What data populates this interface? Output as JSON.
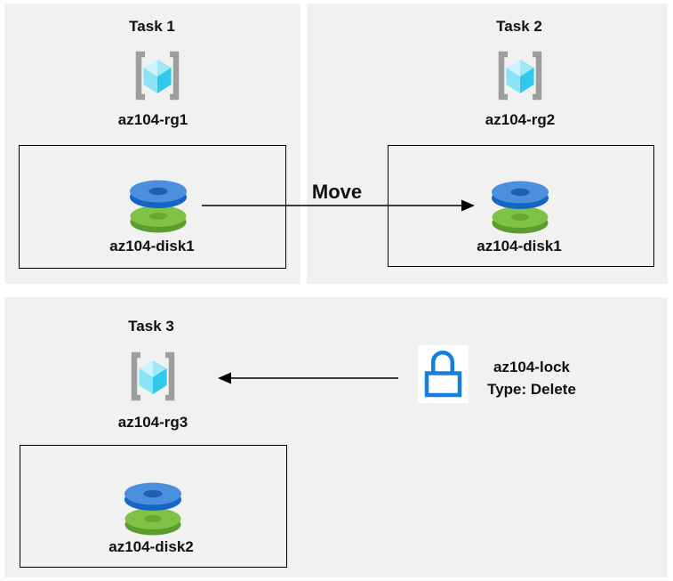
{
  "tasks": [
    {
      "title": "Task 1",
      "resource_group": "az104-rg1",
      "disk": "az104-disk1"
    },
    {
      "title": "Task 2",
      "resource_group": "az104-rg2",
      "disk": "az104-disk1"
    },
    {
      "title": "Task 3",
      "resource_group": "az104-rg3",
      "disk": "az104-disk2"
    }
  ],
  "move_arrow": {
    "label": "Move"
  },
  "lock": {
    "name": "az104-lock",
    "type": "Type: Delete"
  },
  "icons": {
    "resource_group": "resource-group-icon",
    "disk": "disk-icon",
    "lock": "lock-icon"
  },
  "colors": {
    "panel_bg": "#f1f1f1",
    "line_black": "#000000",
    "bracket_gray": "#9d9d9d",
    "cube_lightest": "#cdf3fc",
    "cube_light": "#a0e8f7",
    "cube_mid": "#8ae3f6",
    "cube_dark": "#2fc9ee",
    "disk_blue_top": "#4a90dc",
    "disk_blue_side": "#1565c4",
    "disk_blue_hole": "#1e60ae",
    "disk_green_top": "#7ec345",
    "disk_green_side": "#5c9b2e",
    "disk_green_hole": "#69a737",
    "lock_blue": "#1480dd",
    "lock_bg": "#ffffff"
  }
}
